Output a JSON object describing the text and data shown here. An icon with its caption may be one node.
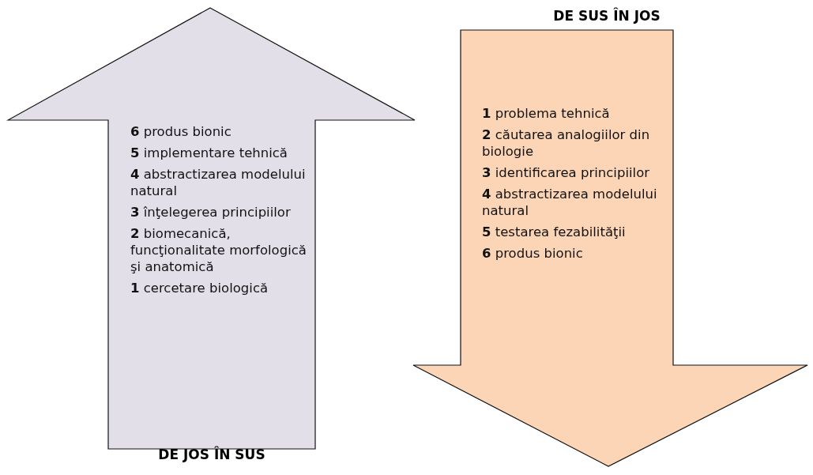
{
  "diagram": {
    "nodes": [
      {
        "text": [
          "**6** produs bionic",
          "**5** implementare tehnică",
          "**4** abstractizarea modelului natural",
          "**3** înţelegerea principiilor",
          "**2** biomecanică, funcţionalitate morfologică şi anatomică",
          "**1** cercetare biologică"
        ],
        "beside": [
          "DE JOS ÎN SUS"
        ]
      },
      {
        "text": [
          "**1** problema tehnică",
          "**2** căutarea analogiilor din biologie",
          "**3** identificarea principiilor",
          "**4** abstractizarea modelului natural",
          "**5** testarea fezabilităţii",
          "**6** produs bionic"
        ],
        "beside": [
          "DE SUS ÎN JOS"
        ]
      }
    ]
  }
}
